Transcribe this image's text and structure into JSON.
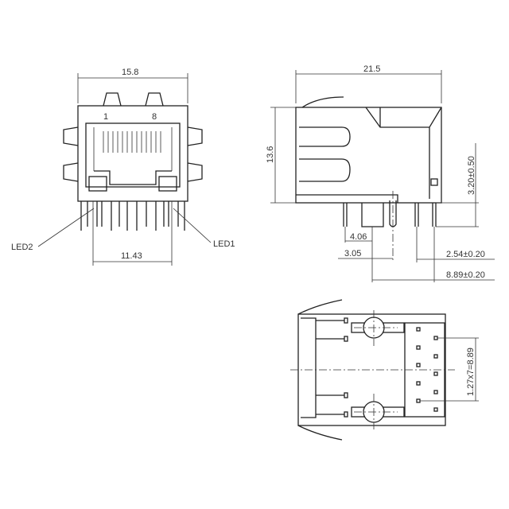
{
  "front_view": {
    "width_dim": "15.8",
    "pin1_label": "1",
    "pin8_label": "8",
    "led2_label": "LED2",
    "led1_label": "LED1",
    "led_spacing_dim": "11.43"
  },
  "side_view": {
    "length_dim": "21.5",
    "height_dim": "13.6",
    "pin_length_dim": "3.20±0.50",
    "post_dim": "4.06",
    "post_offset_dim": "3.05",
    "pin_pitch_dim": "2.54±0.20",
    "pin_span_dim": "8.89±0.20"
  },
  "bottom_view": {
    "pin_row_dim": "1.27x7=8.89"
  }
}
